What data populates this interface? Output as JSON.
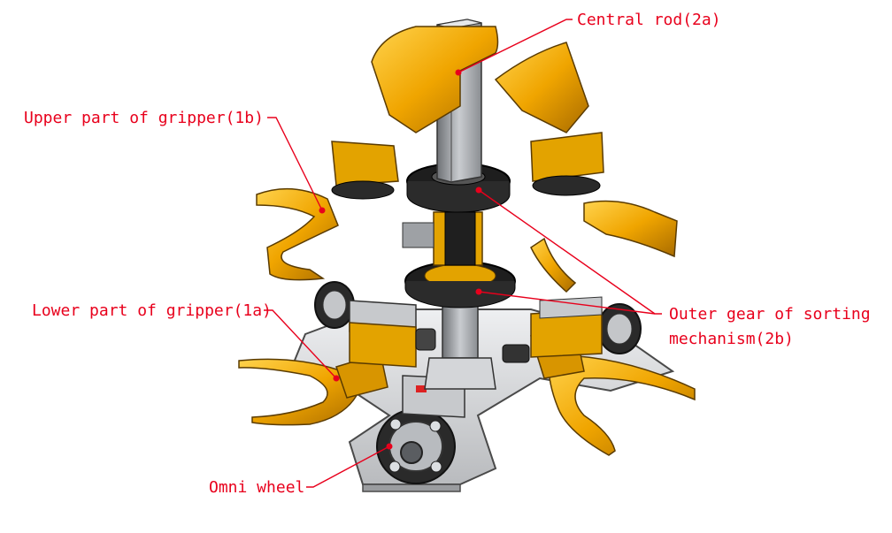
{
  "colors": {
    "label": "#e8001c",
    "gold": "#f0a500",
    "gold_dark": "#b77700",
    "gold_light": "#ffcc44",
    "black": "#1c1c1c",
    "metal": "#bfc2c6",
    "metal_dark": "#7f8387",
    "plate": "#d9dadc"
  },
  "labels": {
    "central_rod": "Central rod(2a)",
    "upper_gripper": "Upper part of gripper(1b)",
    "lower_gripper": "Lower part of gripper(1a)",
    "outer_gear_line1": "Outer gear of sorting",
    "outer_gear_line2": "mechanism(2b)",
    "omni_wheel": "Omni wheel"
  }
}
